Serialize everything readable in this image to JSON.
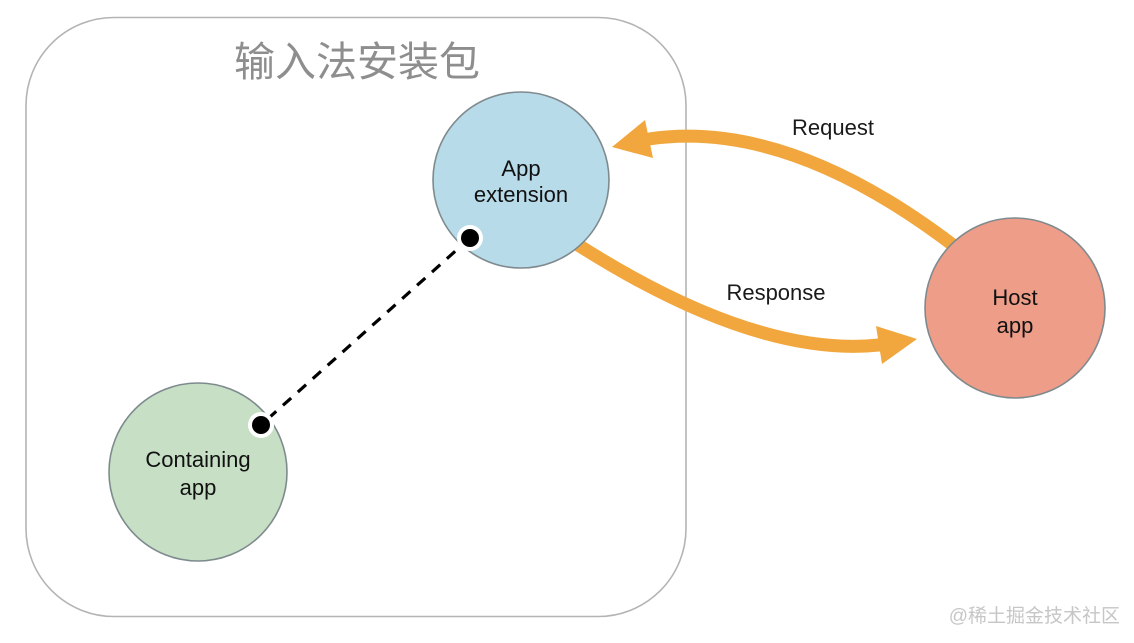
{
  "diagram": {
    "package": {
      "title": "输入法安装包"
    },
    "nodes": {
      "app_extension": {
        "lines": [
          "App",
          "extension"
        ],
        "fill": "#b7dbe8"
      },
      "containing_app": {
        "lines": [
          "Containing",
          "app"
        ],
        "fill": "#c7dfc5"
      },
      "host_app": {
        "lines": [
          "Host",
          "app"
        ],
        "fill": "#ee9d89"
      }
    },
    "connections": {
      "request": {
        "label": "Request",
        "color": "#f2a73e",
        "from": "Host app",
        "to": "App extension"
      },
      "response": {
        "label": "Response",
        "color": "#f2a73e",
        "from": "App extension",
        "to": "Host app"
      },
      "contains": {
        "style": "dashed",
        "color": "#000000",
        "from": "Containing app",
        "to": "App extension"
      }
    },
    "watermark": "@稀土掘金技术社区"
  }
}
